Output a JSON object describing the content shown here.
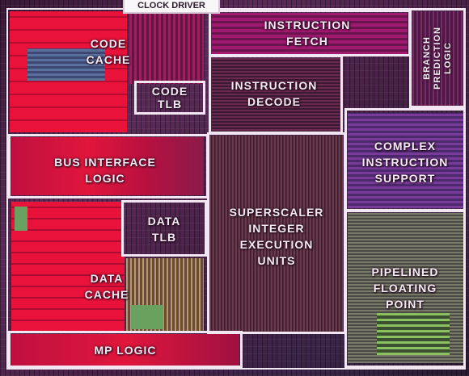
{
  "blocks": {
    "clock_driver": "CLOCK DRIVER",
    "code_cache": [
      "CODE",
      "CACHE"
    ],
    "code_tlb": [
      "CODE",
      "TLB"
    ],
    "instruction_fetch": [
      "INSTRUCTION",
      "FETCH"
    ],
    "branch_prediction": [
      "BRANCH",
      "PREDICTION",
      "LOGIC"
    ],
    "instruction_decode": [
      "INSTRUCTION",
      "DECODE"
    ],
    "bus_interface": [
      "BUS INTERFACE",
      "LOGIC"
    ],
    "complex_instruction": [
      "COMPLEX",
      "INSTRUCTION",
      "SUPPORT"
    ],
    "data_tlb": [
      "DATA",
      "TLB"
    ],
    "integer_units": [
      "SUPERSCALER",
      "INTEGER",
      "EXECUTION",
      "UNITS"
    ],
    "data_cache": [
      "DATA",
      "CACHE"
    ],
    "floating_point": [
      "PIPELINED",
      "FLOATING",
      "POINT"
    ],
    "mp_logic": "MP LOGIC"
  },
  "colors": {
    "outline": "#f1e6f1",
    "cache_red": "#e0163c",
    "die_purple": "#4a2048"
  }
}
